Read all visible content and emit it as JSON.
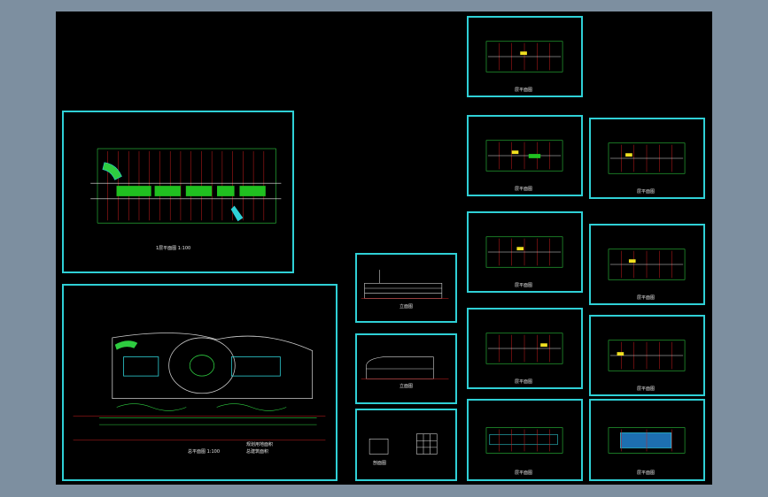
{
  "sheets": {
    "first_floor_plan": {
      "caption": "1层平面图 1:100"
    },
    "site_plan": {
      "caption": "总平面图 1:100",
      "note_1": "规划用地面积",
      "note_2": "总建筑面积"
    },
    "elevation_1": {
      "caption": "立面图"
    },
    "elevation_2": {
      "caption": "立面图"
    },
    "section": {
      "caption": "剖面图"
    },
    "floor_plans": [
      {
        "caption": "层平面图"
      },
      {
        "caption": "层平面图"
      },
      {
        "caption": "层平面图"
      },
      {
        "caption": "层平面图"
      },
      {
        "caption": "层平面图"
      },
      {
        "caption": "层平面图"
      },
      {
        "caption": "层平面图"
      },
      {
        "caption": "层平面图"
      },
      {
        "caption": "层平面图"
      }
    ]
  },
  "colors": {
    "frame": "#2fd0d6",
    "background": "#000000",
    "workspace": "#7d8fa0",
    "grid": "#2ecc40",
    "wall": "#e02020",
    "text": "#e6e6e6"
  }
}
